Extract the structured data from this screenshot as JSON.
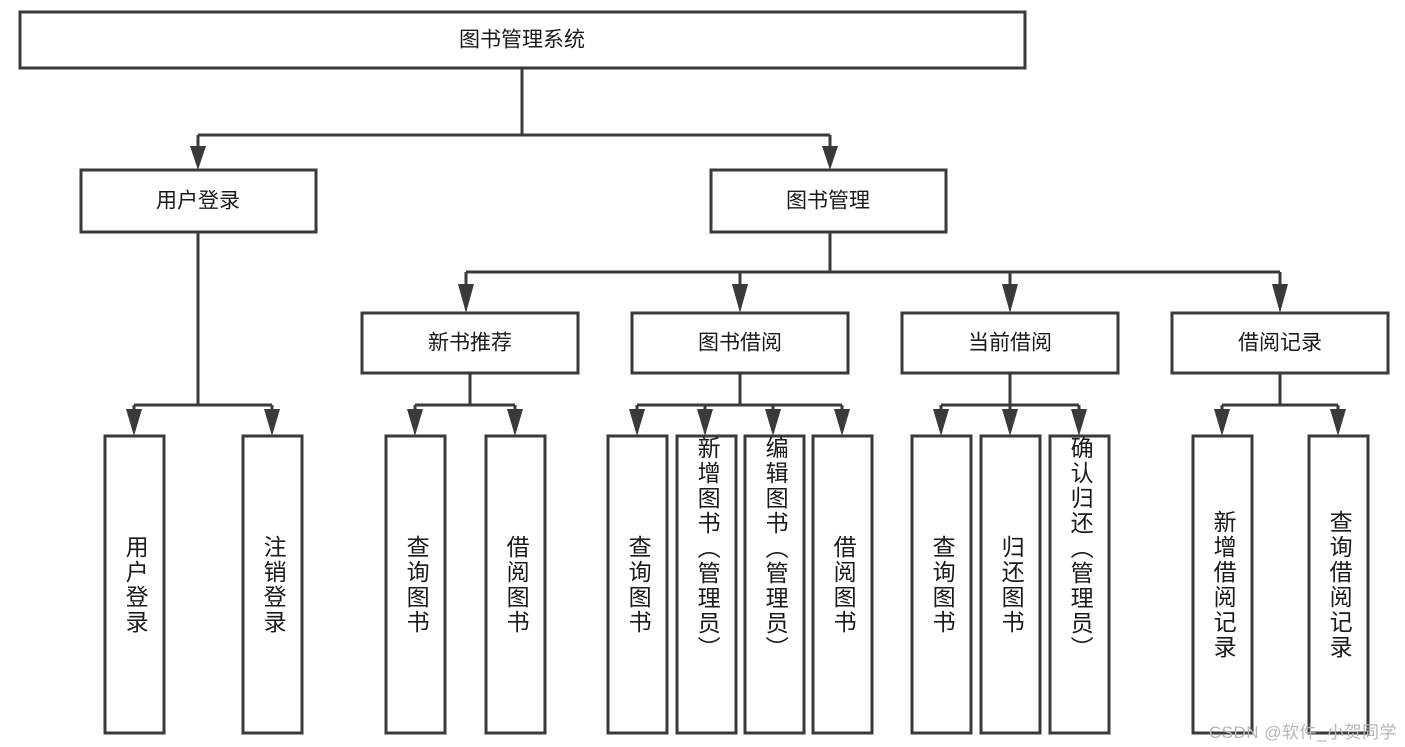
{
  "diagram": {
    "title": "图书管理系统",
    "type": "tree-hierarchy-diagram",
    "colors": {
      "stroke": "#3a3a3a",
      "fill": "#ffffff",
      "text": "#1a1a1a",
      "watermark": "#b6b6b6",
      "background": "#ffffff"
    },
    "root": {
      "label": "图书管理系统"
    },
    "level2": [
      {
        "label": "用户登录"
      },
      {
        "label": "图书管理"
      }
    ],
    "level3": [
      {
        "label": "新书推荐"
      },
      {
        "label": "图书借阅"
      },
      {
        "label": "当前借阅"
      },
      {
        "label": "借阅记录"
      }
    ],
    "leaves": {
      "user_login": [
        {
          "label": "用户登录"
        },
        {
          "label": "注销登录"
        }
      ],
      "new_book_recommend": [
        {
          "label": "查询图书"
        },
        {
          "label": "借阅图书"
        }
      ],
      "book_borrow": [
        {
          "label": "查询图书"
        },
        {
          "label": "新增图书（管理员）"
        },
        {
          "label": "编辑图书（管理员）"
        },
        {
          "label": "借阅图书"
        }
      ],
      "current_borrow": [
        {
          "label": "查询图书"
        },
        {
          "label": "归还图书"
        },
        {
          "label": "确认归还（管理员）"
        }
      ],
      "borrow_record": [
        {
          "label": "新增借阅记录"
        },
        {
          "label": "查询借阅记录"
        }
      ]
    },
    "watermark": "CSDN @软件_小贺同学"
  }
}
